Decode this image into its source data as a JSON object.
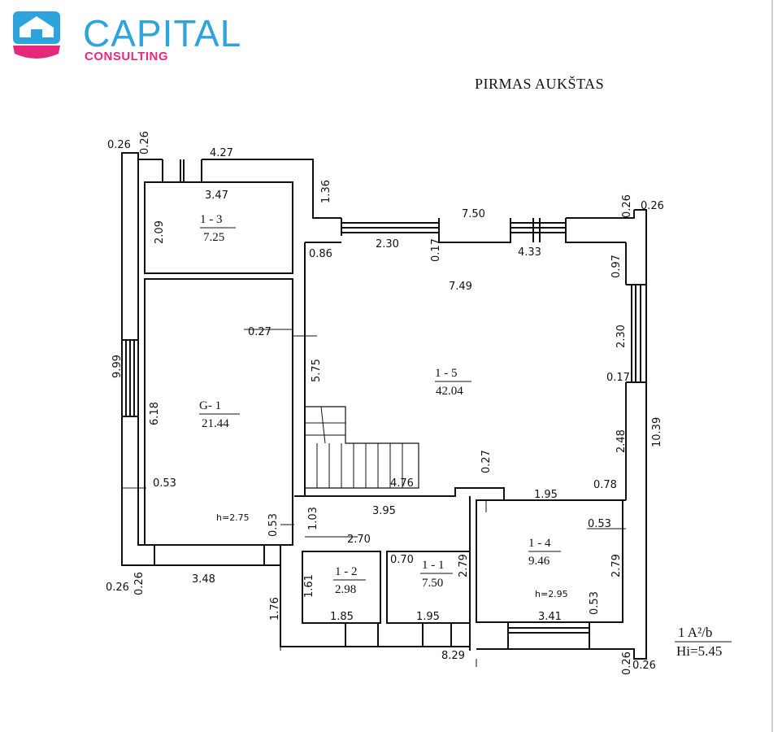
{
  "brand": {
    "name": "CAPITAL",
    "tagline": "CONSULTING",
    "colors": {
      "primary": "#2ea3dc",
      "accent": "#e4287c"
    }
  },
  "floor_title": "PIRMAS AUKŠTAS",
  "rooms": [
    {
      "id": "1 - 3",
      "area": "7.25"
    },
    {
      "id": "G- 1",
      "area": "21.44"
    },
    {
      "id": "1 - 5",
      "area": "42.04"
    },
    {
      "id": "1 - 4",
      "area": "9.46"
    },
    {
      "id": "1 - 2",
      "area": "2.98"
    },
    {
      "id": "1 - 1",
      "area": "7.50"
    }
  ],
  "heights": [
    "h=2.75",
    "h=2.95"
  ],
  "dimensions": {
    "top_left_w": "0.26",
    "top_left_t": "0.26",
    "d_427": "4.27",
    "d_136": "1.36",
    "d_347": "3.47",
    "d_209": "2.09",
    "d_750": "7.50",
    "d_026_tr1": "0.26",
    "d_026_tr2": "0.26",
    "d_086": "0.86",
    "d_230a": "2.30",
    "d_017a": "0.17",
    "d_433": "4.33",
    "d_097": "0.97",
    "d_749": "7.49",
    "d_999": "9.99",
    "d_027a": "0.27",
    "d_575": "5.75",
    "d_230b": "2.30",
    "d_017b": "0.17",
    "d_618": "6.18",
    "d_1039": "10.39",
    "d_248": "2.48",
    "d_027b": "0.27",
    "d_476": "4.76",
    "d_053a": "0.53",
    "d_078": "0.78",
    "d_195a": "1.95",
    "d_395": "3.95",
    "d_053b": "0.53",
    "d_103": "1.03",
    "d_270": "2.70",
    "d_053c": "0.53",
    "d_070": "0.70",
    "d_279a": "2.79",
    "d_279b": "2.79",
    "d_348": "3.48",
    "d_026_bl1": "0.26",
    "d_026_bl2": "0.26",
    "d_161": "1.61",
    "d_053d": "0.53",
    "d_176": "1.76",
    "d_185": "1.85",
    "d_195b": "1.95",
    "d_341": "3.41",
    "d_829": "8.29",
    "d_026_br1": "0.26",
    "d_026_br2": "0.26"
  },
  "formula": {
    "line1": "1 A²/b",
    "line2": "Hi=5.45"
  }
}
